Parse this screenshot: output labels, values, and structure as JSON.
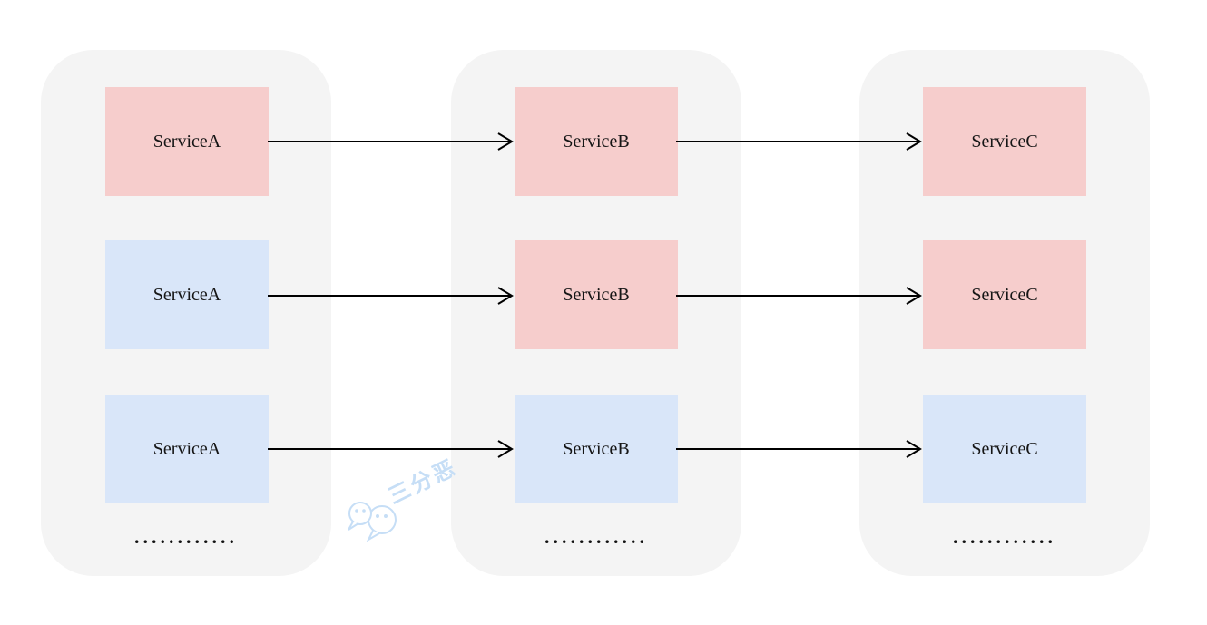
{
  "diagram": {
    "colors": {
      "column_bg": "#f4f4f4",
      "pink": "#f6cdcc",
      "blue": "#d9e6f9",
      "arrow": "#000000",
      "label_text": "#161616",
      "watermark": "#c6def6"
    },
    "columns": [
      {
        "name": "service-a-group",
        "boxes": [
          {
            "label": "ServiceA",
            "variant": "pink"
          },
          {
            "label": "ServiceA",
            "variant": "blue"
          },
          {
            "label": "ServiceA",
            "variant": "blue"
          }
        ],
        "ellipsis": "............"
      },
      {
        "name": "service-b-group",
        "boxes": [
          {
            "label": "ServiceB",
            "variant": "pink"
          },
          {
            "label": "ServiceB",
            "variant": "pink"
          },
          {
            "label": "ServiceB",
            "variant": "blue"
          }
        ],
        "ellipsis": "............"
      },
      {
        "name": "service-c-group",
        "boxes": [
          {
            "label": "ServiceC",
            "variant": "pink"
          },
          {
            "label": "ServiceC",
            "variant": "pink"
          },
          {
            "label": "ServiceC",
            "variant": "blue"
          }
        ],
        "ellipsis": "............"
      }
    ]
  },
  "watermark": {
    "text": "三分恶",
    "icon": "wechat-bubbles-icon"
  }
}
